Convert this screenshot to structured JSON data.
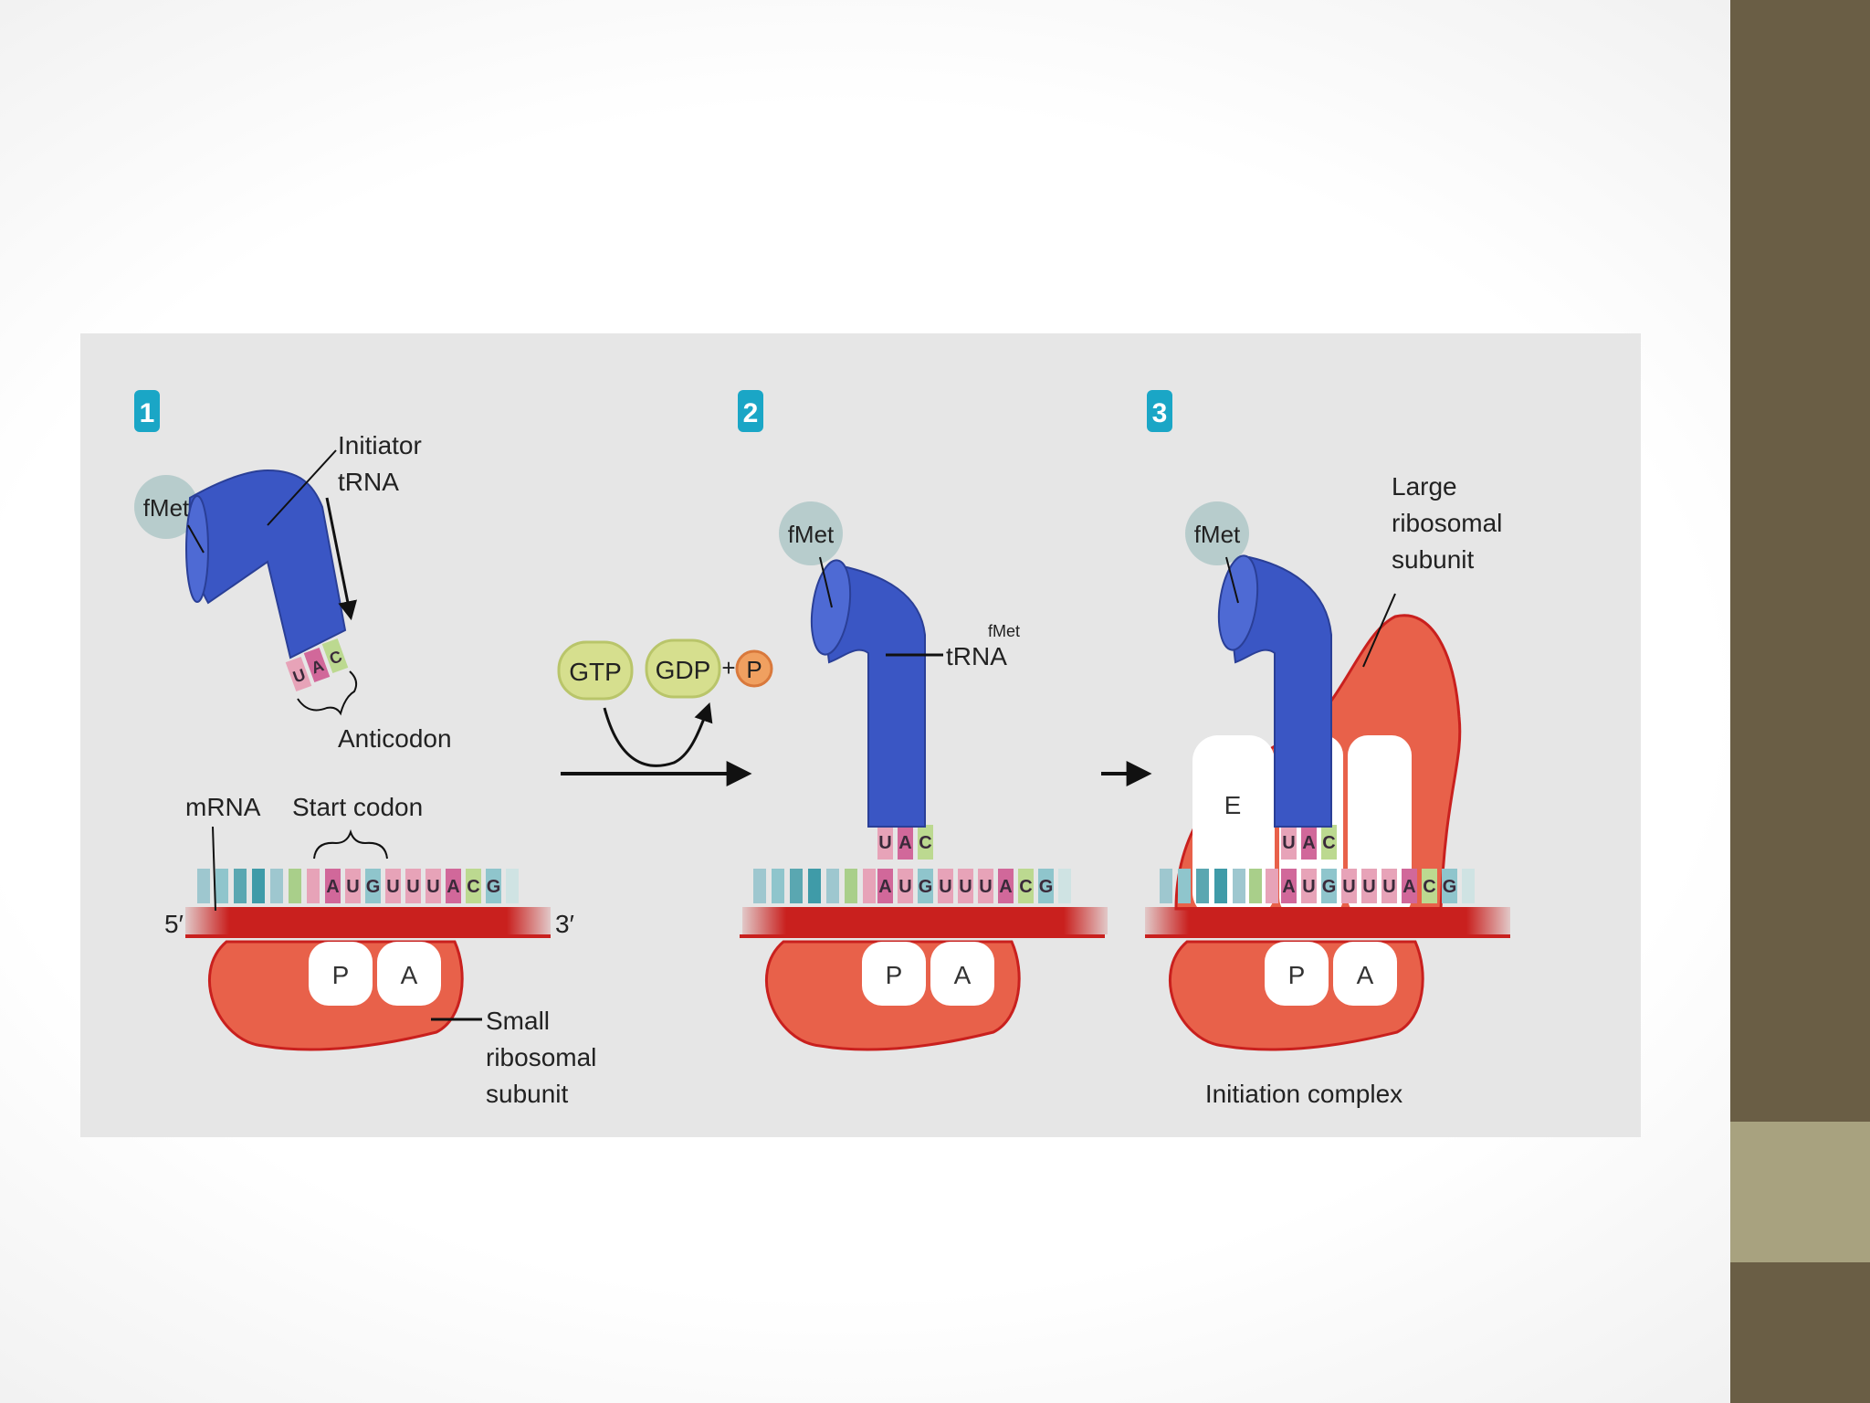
{
  "steps": [
    {
      "number": "1",
      "codon_label": "Start codon"
    },
    {
      "number": "2"
    },
    {
      "number": "3"
    }
  ],
  "labels": {
    "fmet": "fMet",
    "initiator_trna_line1": "Initiator",
    "initiator_trna_line2": "tRNA",
    "anticodon": "Anticodon",
    "mrna": "mRNA",
    "start_codon": "Start codon",
    "five_prime": "5′",
    "three_prime": "3′",
    "small_subunit_line1": "Small",
    "small_subunit_line2": "ribosomal",
    "small_subunit_line3": "subunit",
    "large_subunit_line1": "Large",
    "large_subunit_line2": "ribosomal",
    "large_subunit_line3": "subunit",
    "trna_fmet": "tRNA",
    "trna_fmet_sup": "fMet",
    "gtp": "GTP",
    "gdp": "GDP",
    "plus": "+",
    "phosphate": "P",
    "site_p": "P",
    "site_a": "A",
    "site_e": "E",
    "initiation_complex": "Initiation complex"
  },
  "anticodon": [
    "U",
    "A",
    "C"
  ],
  "mrna_codons": [
    "A",
    "U",
    "G",
    "U",
    "U",
    "U",
    "A",
    "C",
    "G"
  ],
  "colors": {
    "trna_blue": "#3a56c4",
    "ribosome_red": "#e8614a",
    "mrna_red": "#c9201e",
    "fmet_ball": "#b7cccc",
    "step_badge": "#1aa6c6",
    "gtp_green": "#d6df8e",
    "phosphate_orange": "#f0a060",
    "base_U": "#e7a3b8",
    "base_A": "#d1689a",
    "base_C": "#bcd990",
    "base_G": "#8fc5cc"
  }
}
